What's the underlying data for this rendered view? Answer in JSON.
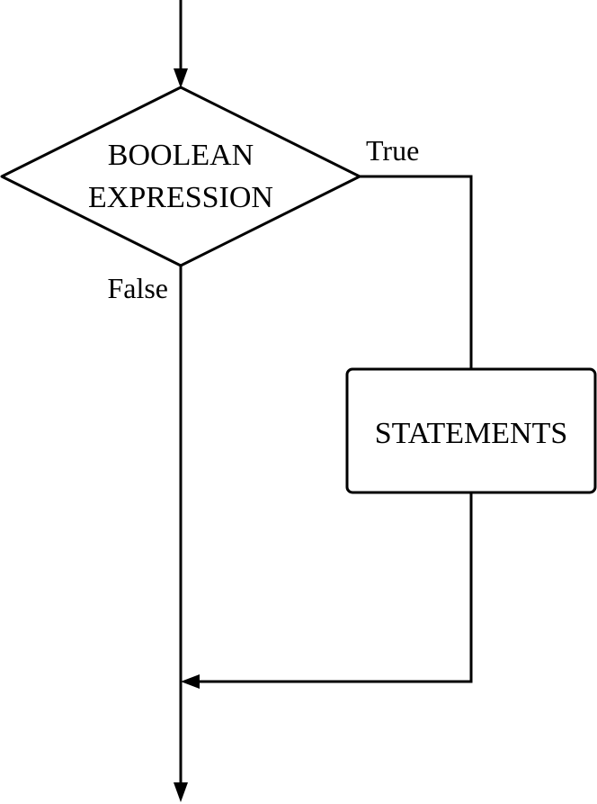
{
  "diagram": {
    "decision": {
      "line1": "BOOLEAN",
      "line2": "EXPRESSION"
    },
    "process": {
      "label": "STATEMENTS"
    },
    "branches": {
      "true_label": "True",
      "false_label": "False"
    }
  }
}
